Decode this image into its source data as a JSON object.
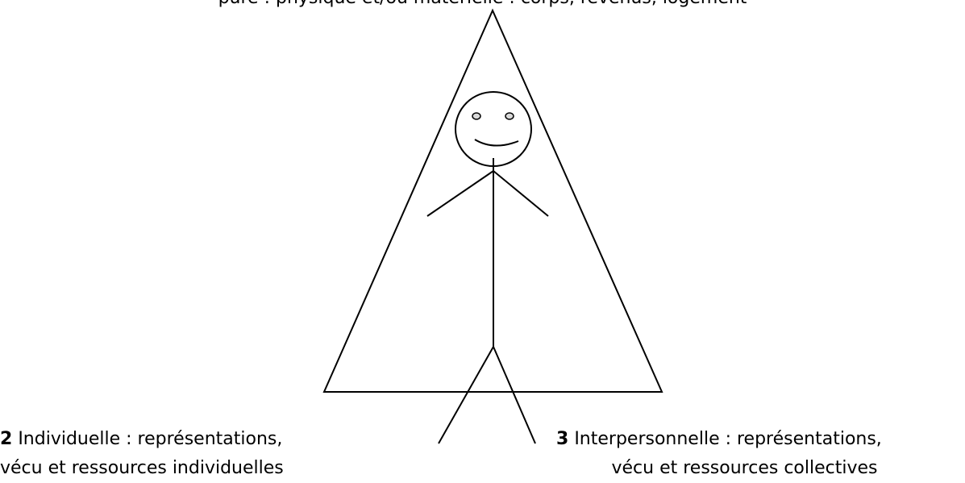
{
  "top_text": "pure : physique et/ou matérielle : corps, revenus, logement",
  "labels": {
    "left": {
      "number": "2",
      "line1": "Individuelle : représentations,",
      "line2": "vécu et ressources individuelles"
    },
    "right": {
      "number": "3",
      "line1": "Interpersonnelle : représentations,",
      "line2": "vécu et ressources collectives"
    }
  },
  "colors": {
    "stroke": "#000000",
    "background": "#ffffff",
    "eye_fill": "#d9d9d9"
  }
}
